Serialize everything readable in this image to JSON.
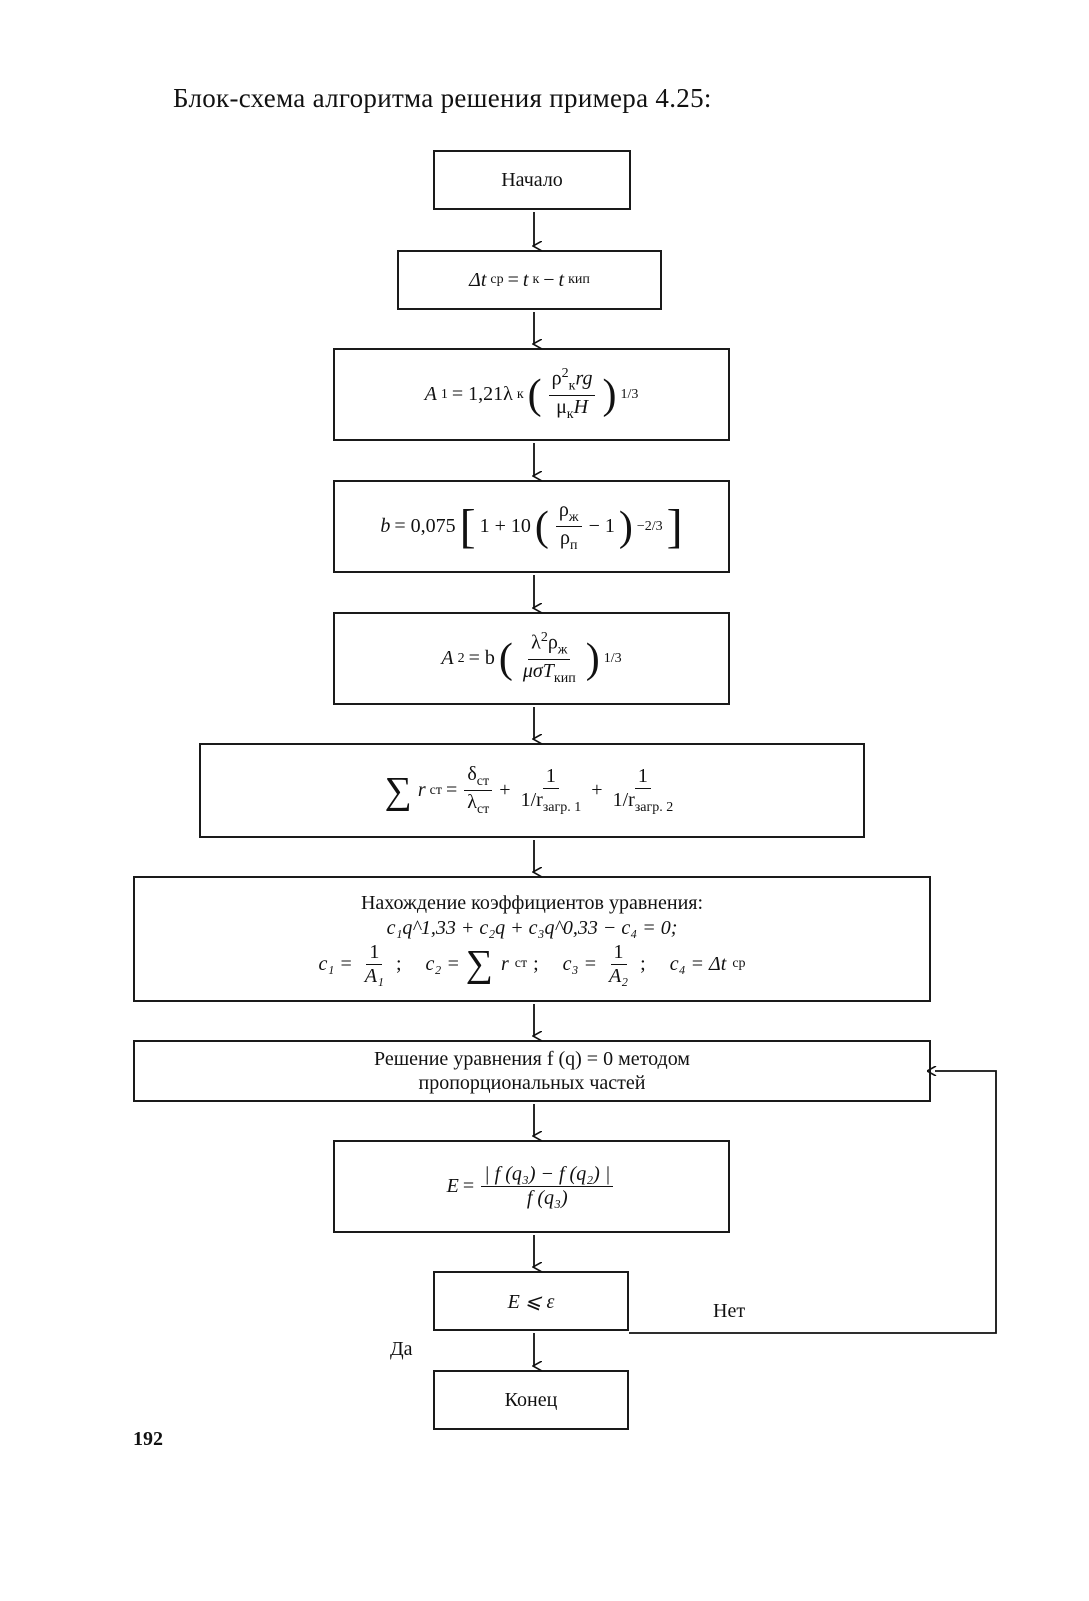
{
  "page": {
    "title": "Блок-схема алгоритма решения примера 4.25:",
    "page_number": "192"
  },
  "flowchart": {
    "start": "Начало",
    "end": "Конец",
    "dt": {
      "lhs": "Δt",
      "lhs_sub": "ср",
      "eq": " = ",
      "t": "t",
      "t_sub": "к",
      "minus": " − ",
      "t2": "t",
      "t2_sub": "кип"
    },
    "a1": {
      "lhs": "A",
      "lhs_sub": "1",
      "eq": " = 1,21λ",
      "eq_sub": "к",
      "num": "ρ",
      "num_sup": "2",
      "num_sub": "к",
      "num_rest": "rg",
      "den": "μ",
      "den_sub": "к",
      "den_rest": "H",
      "power": "1/3"
    },
    "b": {
      "lhs": "b",
      "eq": " = 0,075",
      "one": "1 + 10",
      "num": "ρ",
      "num_sub": "ж",
      "den": "ρ",
      "den_sub": "п",
      "minus_one": " − 1",
      "power": "−2/3"
    },
    "a2": {
      "lhs": "A",
      "lhs_sub": "2",
      "eq": " = b",
      "num": "λ",
      "num_sup": "2",
      "num_rest": "ρ",
      "num_sub": "ж",
      "den": "μσT",
      "den_sub": "кип",
      "power": "1/3"
    },
    "rsum": {
      "sigma": "∑",
      "lhs": "r",
      "lhs_sub": "ст",
      "eq": " = ",
      "f1_num": "δ",
      "f1_num_sub": "ст",
      "f1_den": "λ",
      "f1_den_sub": "ст",
      "plus1": " + ",
      "f2_num": "1",
      "f2_den": "1/r",
      "f2_den_sub": "загр. 1",
      "plus2": " + ",
      "f3_num": "1",
      "f3_den": "1/r",
      "f3_den_sub": "загр. 2"
    },
    "coeffs": {
      "heading": "Нахождение коэффициентов уравнения:",
      "equation": "c₁q^1,33 + c₂q + c₃q^0,33 − c₄ = 0;",
      "c1": "c₁ =",
      "c1_num": "1",
      "c1_den": "A₁",
      "sep1": ";",
      "c2": "c₂ =",
      "c2_sigma": "∑",
      "c2_rest": "r",
      "c2_sub": "ст",
      "sep2": ";",
      "c3": "c₃ =",
      "c3_num": "1",
      "c3_den": "A₂",
      "sep3": ";",
      "c4": "c₄ = Δt",
      "c4_sub": "ср"
    },
    "solve": "Решение уравнения f (q) = 0 методом пропорциональных частей",
    "e": {
      "lhs": "E",
      "eq": " = ",
      "num": "| f (q₃) − f (q₂) |",
      "den": "f (q₃)"
    },
    "cond": "E ⩽ ε",
    "yes": "Да",
    "no": "Нет"
  }
}
